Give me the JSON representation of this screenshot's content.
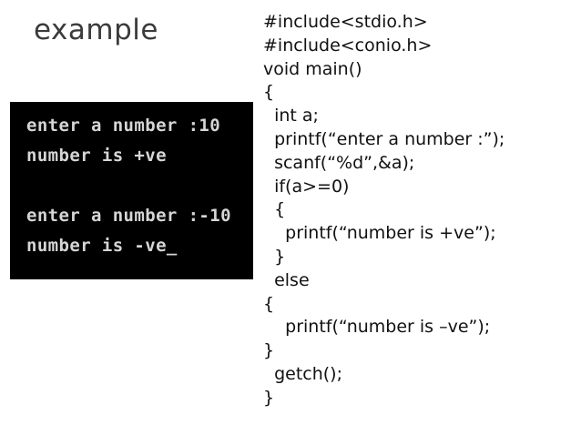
{
  "slide": {
    "title": "example",
    "background_color": "#ffffff",
    "title_color": "#3b3b3b"
  },
  "console": {
    "background_color": "#000000",
    "text_color": "#d6d6d6",
    "lines": [
      "enter a number :10",
      "number is +ve",
      "",
      "enter a number :-10",
      "number is -ve_"
    ],
    "cursor": "_"
  },
  "code": {
    "language": "c",
    "text_color": "#111111",
    "lines": [
      "#include<stdio.h>",
      "#include<conio.h>",
      "void main()",
      "{",
      "  int a;",
      "  printf(“enter a number :”);",
      "  scanf(“%d”,&a);",
      "  if(a>=0)",
      "  {",
      "    printf(“number is +ve”);",
      "  }",
      "  else",
      "{",
      "    printf(“number is –ve”);",
      "}",
      "  getch();",
      "}"
    ]
  }
}
